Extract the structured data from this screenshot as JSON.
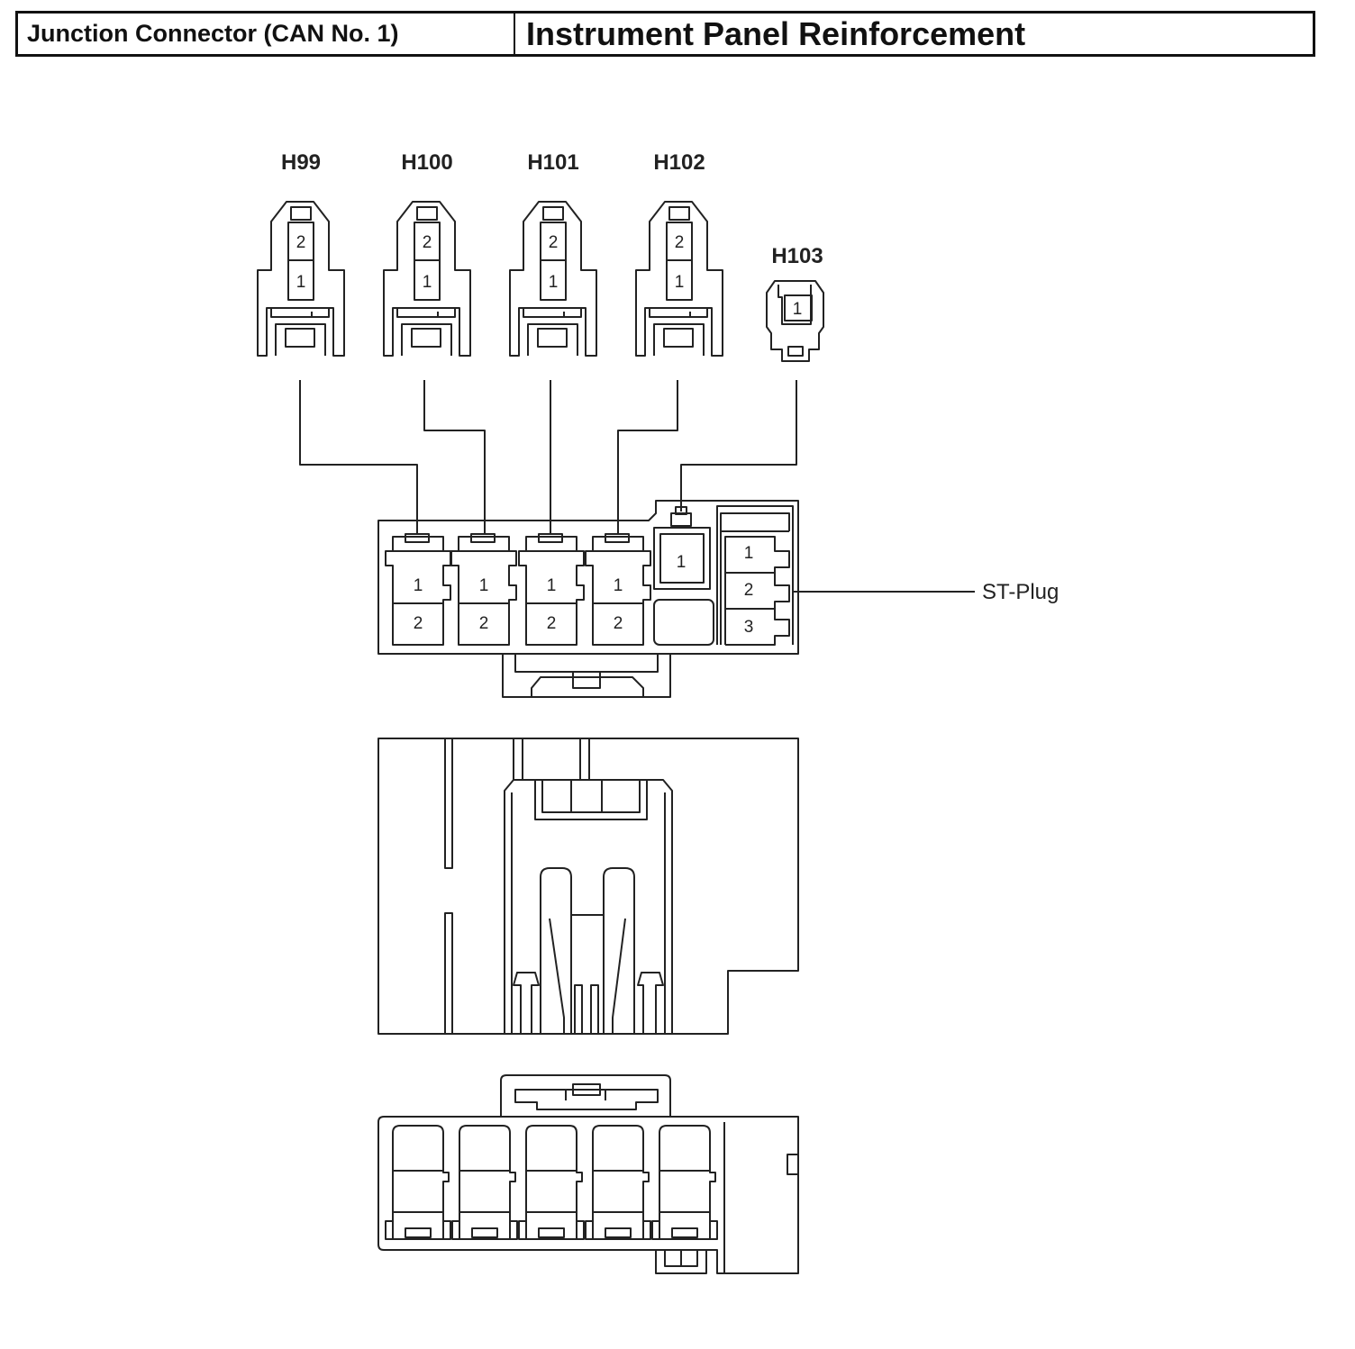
{
  "header": {
    "left_title": "Junction Connector (CAN No. 1)",
    "right_title": "Instrument Panel Reinforcement"
  },
  "connectors": [
    {
      "id": "H99",
      "pins": [
        "2",
        "1"
      ]
    },
    {
      "id": "H100",
      "pins": [
        "2",
        "1"
      ]
    },
    {
      "id": "H101",
      "pins": [
        "2",
        "1"
      ]
    },
    {
      "id": "H102",
      "pins": [
        "2",
        "1"
      ]
    },
    {
      "id": "H103",
      "pins": [
        "1"
      ]
    }
  ],
  "junction_block": {
    "slot_pins": [
      [
        "1",
        "2"
      ],
      [
        "1",
        "2"
      ],
      [
        "1",
        "2"
      ],
      [
        "1",
        "2"
      ]
    ],
    "single_pin": "1",
    "st_plug_pins": [
      "1",
      "2",
      "3"
    ],
    "st_plug_label": "ST-Plug"
  }
}
